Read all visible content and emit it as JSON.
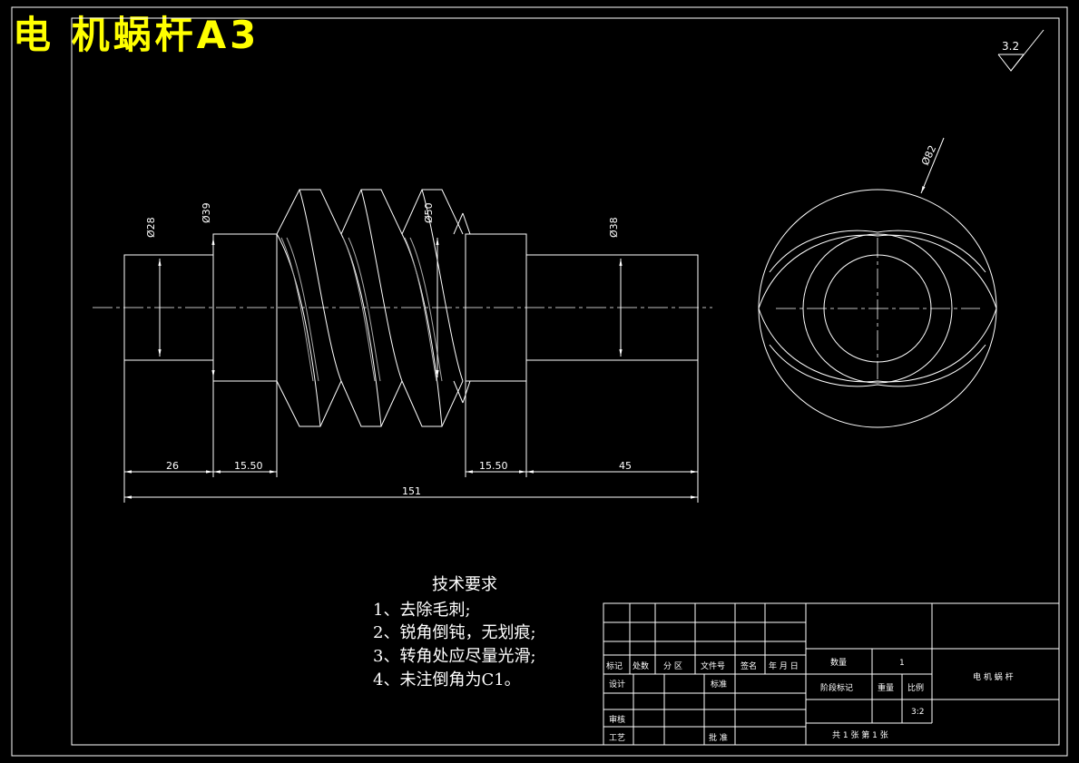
{
  "drawing_title": "电 机蜗杆A3",
  "roughness": "3.2",
  "dimensions": {
    "d1": "Ø28",
    "d2": "Ø39",
    "d3": "Ø50",
    "d4": "Ø38",
    "d_outer": "Ø82",
    "l1": "26",
    "l2": "15.50",
    "l3": "15.50",
    "l4": "45",
    "total": "151"
  },
  "requirements": {
    "heading": "技术要求",
    "items": [
      "1、去除毛刺;",
      "2、锐角倒钝，无划痕;",
      "3、转角处应尽量光滑;",
      "4、未注倒角为C1。"
    ]
  },
  "title_block": {
    "marker": "标记",
    "count": "处数",
    "zone": "分 区",
    "doc_no": "文件号",
    "signature": "签名",
    "date": "年 月 日",
    "design": "设计",
    "standard": "标准",
    "review": "审核",
    "process": "工艺",
    "approve": "批 准",
    "quantity_label": "数量",
    "quantity_value": "1",
    "stage_mark": "阶段标记",
    "weight": "重量",
    "scale_label": "比例",
    "scale_value": "3:2",
    "sheets": "共 1 张  第 1 张",
    "part_name": "电 机 蜗 杆"
  }
}
